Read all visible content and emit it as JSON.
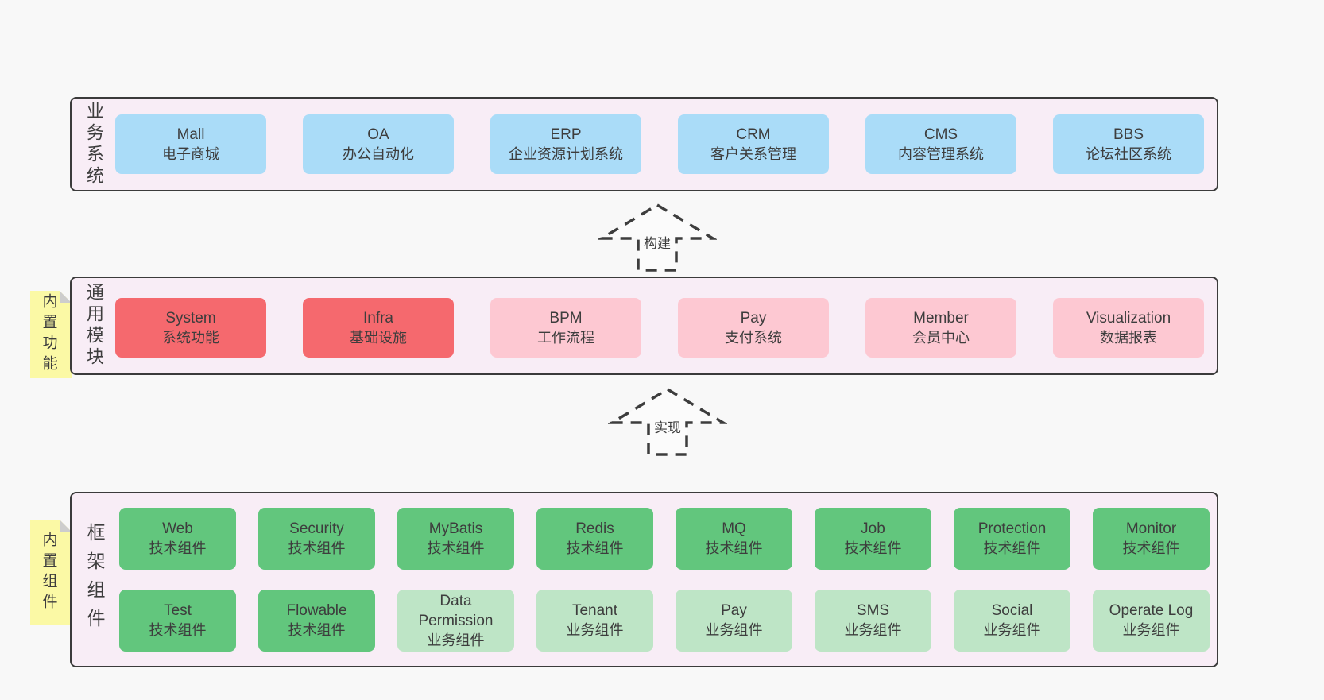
{
  "colors": {
    "page_bg": "#f8f8f8",
    "panel_bg": "#f8edf6",
    "panel_border": "#3b3b3b",
    "card_blue": "#aadcf8",
    "card_red": "#f5696e",
    "card_pink": "#fdc8d2",
    "card_green": "#62c67d",
    "card_green_light": "#bee5c6",
    "note_yellow": "#fbf9a5",
    "text": "#3d3d3d"
  },
  "arrows": [
    {
      "label": "构建"
    },
    {
      "label": "实现"
    }
  ],
  "layers": [
    {
      "label": "业务系统",
      "boxes": [
        {
          "title": "Mall",
          "subtitle": "电子商城"
        },
        {
          "title": "OA",
          "subtitle": "办公自动化"
        },
        {
          "title": "ERP",
          "subtitle": "企业资源计划系统"
        },
        {
          "title": "CRM",
          "subtitle": "客户关系管理"
        },
        {
          "title": "CMS",
          "subtitle": "内容管理系统"
        },
        {
          "title": "BBS",
          "subtitle": "论坛社区系统"
        }
      ]
    },
    {
      "label": "通用模块",
      "note": "内置功能",
      "boxes": [
        {
          "title": "System",
          "subtitle": "系统功能"
        },
        {
          "title": "Infra",
          "subtitle": "基础设施"
        },
        {
          "title": "BPM",
          "subtitle": "工作流程"
        },
        {
          "title": "Pay",
          "subtitle": "支付系统"
        },
        {
          "title": "Member",
          "subtitle": "会员中心"
        },
        {
          "title": "Visualization",
          "subtitle": "数据报表"
        }
      ]
    },
    {
      "label": "框架组件",
      "note": "内置组件",
      "rows": [
        [
          {
            "title": "Web",
            "subtitle": "技术组件"
          },
          {
            "title": "Security",
            "subtitle": "技术组件"
          },
          {
            "title": "MyBatis",
            "subtitle": "技术组件"
          },
          {
            "title": "Redis",
            "subtitle": "技术组件"
          },
          {
            "title": "MQ",
            "subtitle": "技术组件"
          },
          {
            "title": "Job",
            "subtitle": "技术组件"
          },
          {
            "title": "Protection",
            "subtitle": "技术组件"
          },
          {
            "title": "Monitor",
            "subtitle": "技术组件"
          }
        ],
        [
          {
            "title": "Test",
            "subtitle": "技术组件"
          },
          {
            "title": "Flowable",
            "subtitle": "技术组件"
          },
          {
            "title": "Data Permission",
            "subtitle": "业务组件"
          },
          {
            "title": "Tenant",
            "subtitle": "业务组件"
          },
          {
            "title": "Pay",
            "subtitle": "业务组件"
          },
          {
            "title": "SMS",
            "subtitle": "业务组件"
          },
          {
            "title": "Social",
            "subtitle": "业务组件"
          },
          {
            "title": "Operate Log",
            "subtitle": "业务组件"
          }
        ]
      ]
    }
  ]
}
